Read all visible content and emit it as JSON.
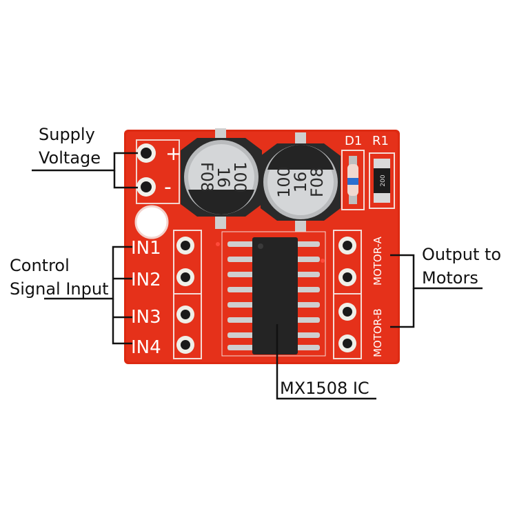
{
  "labels": {
    "supply": {
      "line1": "Supply",
      "line2": "Voltage"
    },
    "control": {
      "line1": "Control",
      "line2": "Signal Input"
    },
    "output": {
      "line1": "Output to",
      "line2": "Motors"
    },
    "ic": "MX1508 IC"
  },
  "board": {
    "plus": "+",
    "minus": "-",
    "inputs": [
      "IN1",
      "IN2",
      "IN3",
      "IN4"
    ],
    "motor_a": "MOTOR-A",
    "motor_b": "MOTOR-B",
    "d1": "D1",
    "r1": "R1",
    "resistor_code": "200",
    "capacitor_left": [
      "100",
      "16",
      "F08"
    ],
    "capacitor_right": [
      "100",
      "16",
      "F08"
    ]
  },
  "colors": {
    "pcb": "#e32b14",
    "silkscreen": "#ffffff",
    "leader": "#111111"
  }
}
